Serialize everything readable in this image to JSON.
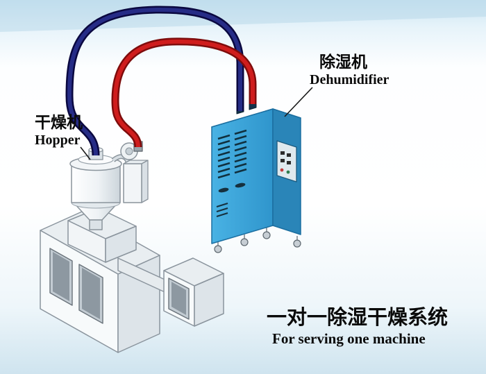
{
  "meta": {
    "title": "一对一除湿干燥系统 / One-to-one dehumidifying drying system diagram"
  },
  "labels": {
    "hopper": {
      "cn": "干燥机",
      "en": "Hopper"
    },
    "dehumidifier": {
      "cn": "除湿机",
      "en": "Dehumidifier"
    },
    "caption": {
      "cn": "一对一除湿干燥系统",
      "en": "For serving one machine"
    }
  },
  "colors": {
    "pipe_red": "#cf1d1d",
    "pipe_red_dark": "#7e0c0c",
    "pipe_blue": "#262c86",
    "pipe_blue_dark": "#0a0840",
    "cabinet_front": "#3fa9dc",
    "cabinet_side": "#2a85b8",
    "cabinet_top": "#6fc0e8",
    "cabinet_outline": "#1b6ea0",
    "machine_fill": "#f7fafb",
    "machine_shade": "#dde4e9",
    "panel_dark": "#8d98a1",
    "text": "#0a0a0a",
    "background_top": "#c9e4f2",
    "background_bottom": "#cfe4ef"
  }
}
